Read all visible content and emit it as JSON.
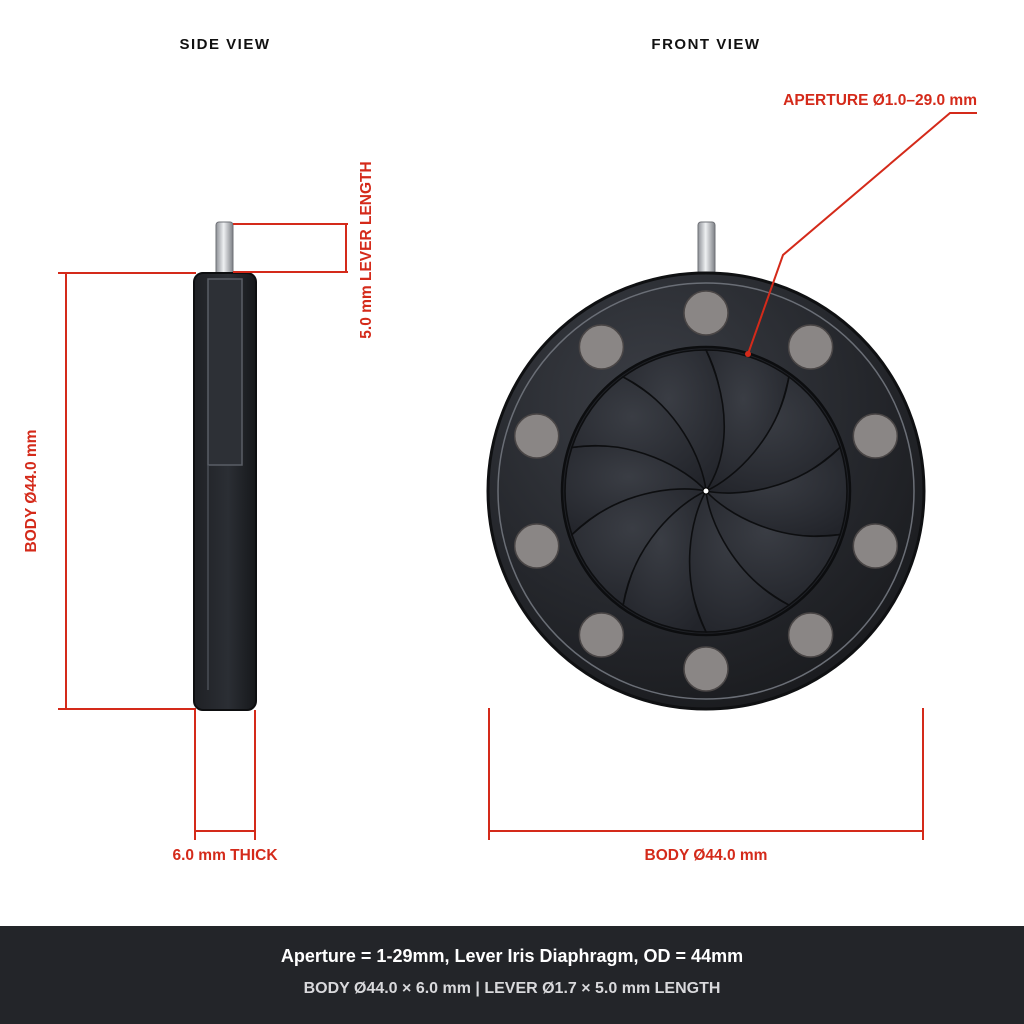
{
  "views": {
    "side_title": "SIDE VIEW",
    "front_title": "FRONT VIEW"
  },
  "dimensions": {
    "lever_length": "5.0 mm LEVER LENGTH",
    "body_diameter_side": "BODY Ø44.0 mm",
    "thickness": "6.0 mm THICK",
    "aperture": "APERTURE Ø1.0–29.0 mm",
    "body_diameter_front": "BODY Ø44.0 mm"
  },
  "footer": {
    "line1": "Aperture = 1-29mm, Lever Iris Diaphragm, OD = 44mm",
    "line2": "BODY Ø44.0 × 6.0 mm | LEVER Ø1.7 × 5.0 mm LENGTH"
  },
  "colors": {
    "dimension": "#d42a1a",
    "body": "#25272c",
    "footer_bg": "#232529",
    "pin": "#8a8685"
  },
  "iris": {
    "blade_count": 10,
    "pin_count": 10
  }
}
